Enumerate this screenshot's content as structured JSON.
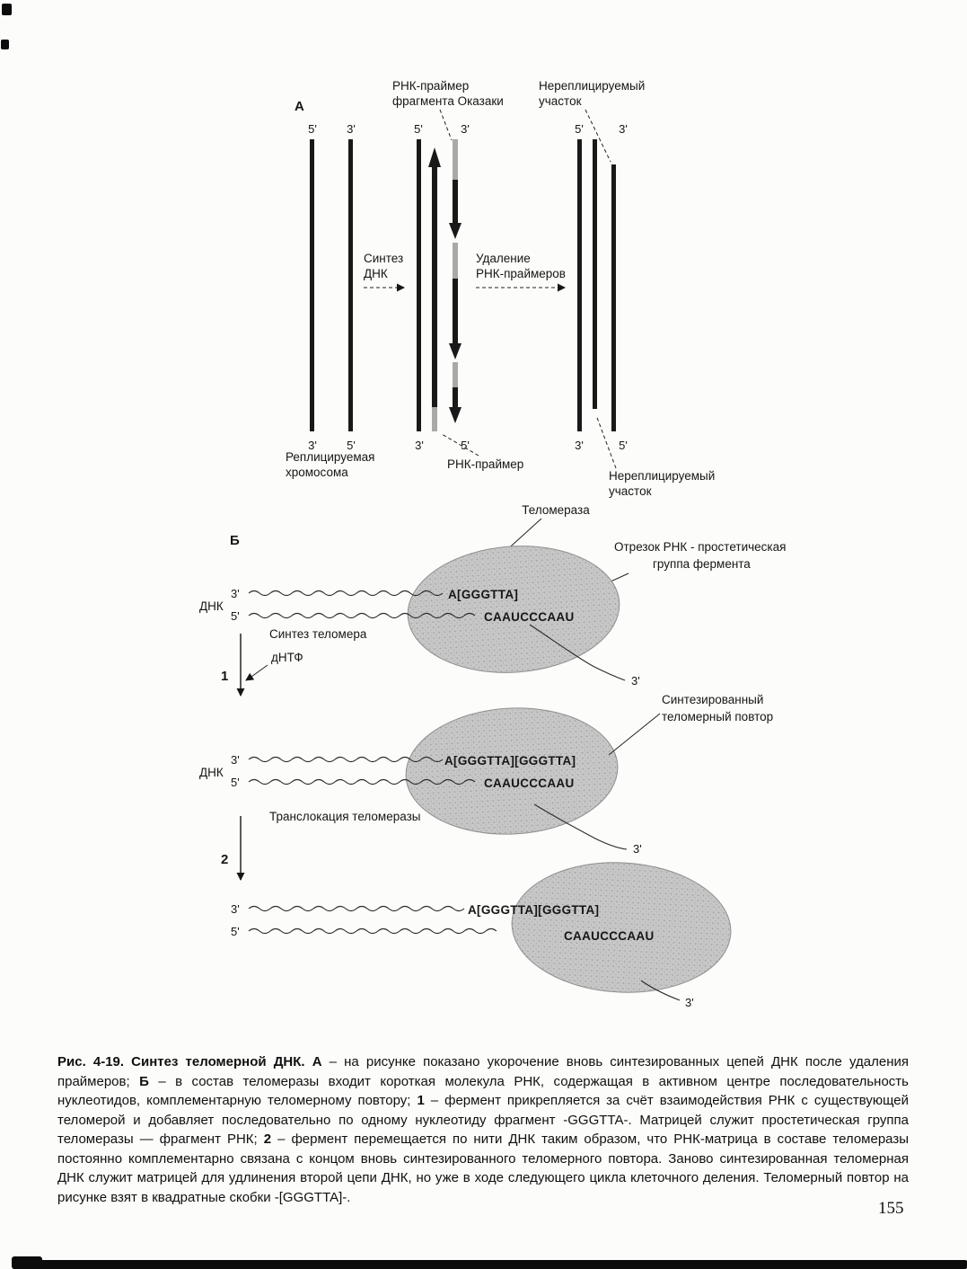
{
  "page_number": "155",
  "figure": {
    "primes": {
      "p5": "5'",
      "p3": "3'"
    },
    "partA": {
      "label": "А",
      "okazaki_label": [
        "РНК-праймер",
        "фрагмента Оказаки"
      ],
      "nonreplicated_top": [
        "Нереплицируемый",
        "участок"
      ],
      "dna_synthesis": [
        "Синтез",
        "ДНК"
      ],
      "primer_removal": [
        "Удаление",
        "РНК-праймеров"
      ],
      "replicating_chromosome": [
        "Реплицируемая",
        "хромосома"
      ],
      "rna_primer": "РНК-праймер",
      "nonreplicated_bottom": [
        "Нереплицируемый",
        "участок"
      ]
    },
    "partB": {
      "label": "Б",
      "telomerase": "Теломераза",
      "rna_prosthetic": [
        "Отрезок РНК - простетическая",
        "группа фермента"
      ],
      "dna": "ДНК",
      "telomere_seq_1": "A[GGGTTA]",
      "rna_template": "CAAUCCCAAU",
      "telomere_seq_2": "A[GGGTTA][GGGTTA]",
      "telomere_synthesis": "Синтез теломера",
      "dntp": "дНТФ",
      "step_1": "1",
      "translocation": "Транслокация теломеразы",
      "step_2": "2",
      "synthesized_repeat": [
        "Синтезированный",
        "теломерный повтор"
      ]
    }
  },
  "caption": {
    "segments": [
      "Рис. 4-19. Синтез теломерной ДНК. ",
      "А",
      " – на рисунке показано укорочение вновь синтезированных цепей ДНК после удаления праймеров; ",
      "Б",
      " – в состав теломеразы входит короткая молекула РНК, содержащая в активном центре последовательность нуклеотидов, комплементарную теломерному повтору; ",
      "1",
      " – фермент прикрепляется за счёт взаимодействия РНК с существующей теломерой и добавляет последовательно по одному нуклеотиду фрагмент -GGGTTA-. Матрицей служит простетическая группа теломеразы — фрагмент РНК; ",
      "2",
      " – фермент перемещается по нити ДНК таким образом, что РНК-матрица в составе теломеразы постоянно комплементарно связана с концом вновь синтезированного теломерного повтора. Заново синтезированная теломерная ДНК служит матрицей для удлинения второй цепи ДНК, но уже в ходе следующего цикла клеточного деления. Теломерный повтор на рисунке взят в квадратные скобки -[GGGTTA]-."
    ]
  }
}
